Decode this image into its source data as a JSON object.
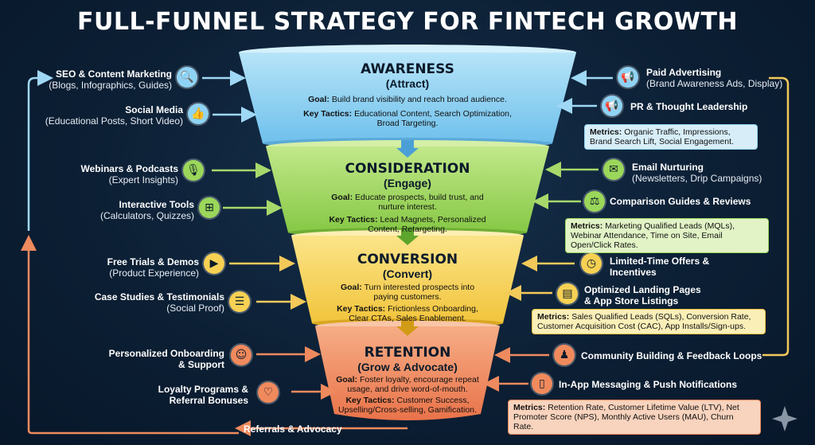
{
  "title": "FULL-FUNNEL STRATEGY FOR FINTECH GROWTH",
  "colors": {
    "awareness": "#8fd3f4",
    "consideration": "#9bd75a",
    "conversion": "#f7d154",
    "retention": "#f08a5d",
    "background": "#0c1f34"
  },
  "stages": [
    {
      "name": "AWARENESS",
      "subtitle": "(Attract)",
      "goal_label": "Goal:",
      "goal": "Build brand visibility and reach broad audience.",
      "tactics_label": "Key Tactics:",
      "tactics": "Educational Content, Search Optimization, Broad Targeting.",
      "metrics_label": "Metrics:",
      "metrics": "Organic Traffic, Impressions, Brand Search Lift, Social Engagement."
    },
    {
      "name": "CONSIDERATION",
      "subtitle": "(Engage)",
      "goal_label": "Goal:",
      "goal": "Educate prospects, build trust, and nurture interest.",
      "tactics_label": "Key Tactics:",
      "tactics": "Lead Magnets, Personalized Content, Retargeting.",
      "metrics_label": "Metrics:",
      "metrics": "Marketing Qualified Leads (MQLs), Webinar Attendance, Time on Site, Email Open/Click Rates."
    },
    {
      "name": "CONVERSION",
      "subtitle": "(Convert)",
      "goal_label": "Goal:",
      "goal": "Turn interested prospects into paying customers.",
      "tactics_label": "Key Tactics:",
      "tactics": "Frictionless Onboarding, Clear CTAs, Sales Enablement.",
      "metrics_label": "Metrics:",
      "metrics": "Sales Qualified Leads (SQLs), Conversion Rate, Customer Acquisition Cost (CAC), App Installs/Sign-ups."
    },
    {
      "name": "RETENTION",
      "subtitle": "(Grow & Advocate)",
      "goal_label": "Goal:",
      "goal": "Foster loyalty, encourage repeat usage, and drive word-of-mouth.",
      "tactics_label": "Key Tactics:",
      "tactics": "Customer Success, Upselling/Cross-selling, Gamification.",
      "metrics_label": "Metrics:",
      "metrics": "Retention Rate, Customer Lifetime Value (LTV), Net Promoter Score (NPS), Monthly Active Users (MAU), Churn Rate."
    }
  ],
  "left_items": [
    {
      "name": "SEO & Content Marketing",
      "desc": "(Blogs, Infographics, Guides)",
      "icon": "magnifier-icon"
    },
    {
      "name": "Social Media",
      "desc": "(Educational Posts, Short Video)",
      "icon": "thumbs-up-icon"
    },
    {
      "name": "Webinars & Podcasts",
      "desc": "(Expert Insights)",
      "icon": "podcast-icon"
    },
    {
      "name": "Interactive Tools",
      "desc": "(Calculators, Quizzes)",
      "icon": "calculator-icon"
    },
    {
      "name": "Free Trials & Demos",
      "desc": "(Product Experience)",
      "icon": "play-screen-icon"
    },
    {
      "name": "Case Studies & Testimonials",
      "desc": "(Social Proof)",
      "icon": "chat-bubble-icon"
    },
    {
      "name": "Personalized Onboarding",
      "name2": "& Support",
      "icon": "user-gear-icon"
    },
    {
      "name": "Loyalty Programs &",
      "name2": "Referral Bonuses",
      "icon": "heart-hand-icon"
    }
  ],
  "right_items": [
    {
      "name": "Paid Advertising",
      "desc": "(Brand Awareness Ads, Display)",
      "icon": "megaphone-icon"
    },
    {
      "name": "PR & Thought Leadership",
      "icon": "megaphone-icon"
    },
    {
      "name": "Email Nurturing",
      "desc": "(Newsletters, Drip Campaigns)",
      "icon": "envelope-icon"
    },
    {
      "name": "Comparison Guides & Reviews",
      "icon": "scales-icon"
    },
    {
      "name": "Limited-Time Offers &",
      "name2": "Incentives",
      "icon": "clock-icon"
    },
    {
      "name": "Optimized Landing Pages",
      "name2": "& App Store Listings",
      "icon": "landing-page-icon"
    },
    {
      "name": "Community Building & Feedback Loops",
      "icon": "community-icon"
    },
    {
      "name": "In-App Messaging & Push Notifications",
      "icon": "mobile-message-icon"
    }
  ],
  "referrals": "Referrals & Advocacy"
}
